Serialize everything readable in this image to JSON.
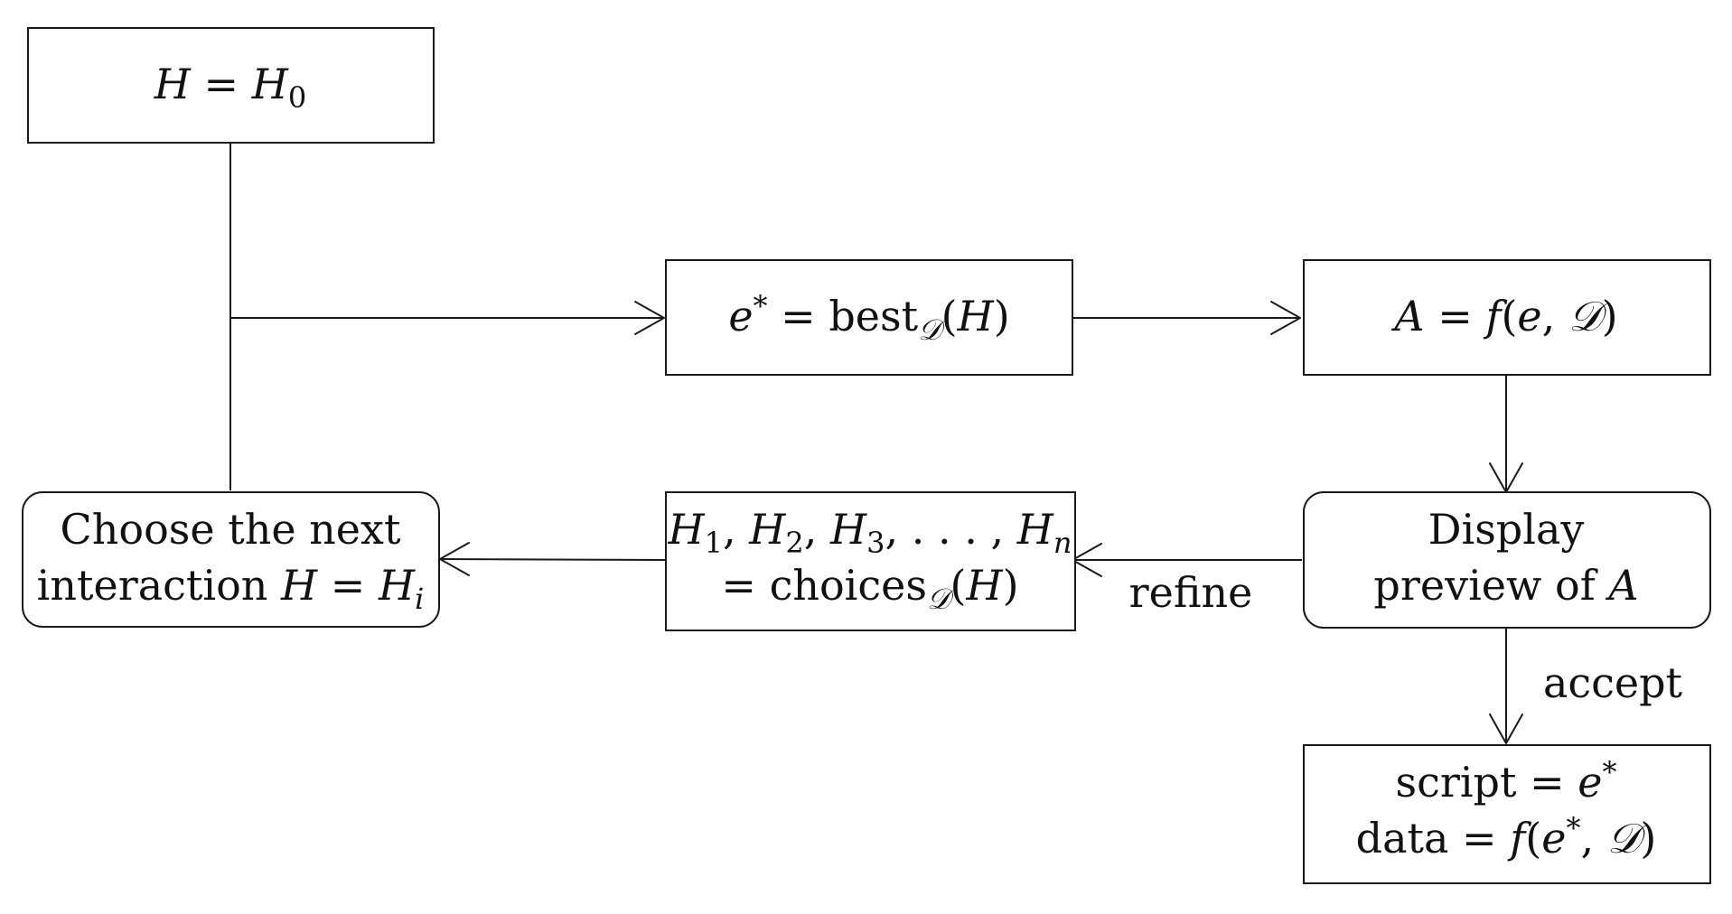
{
  "nodes": {
    "start": {
      "parts": [
        "H",
        " = ",
        "H",
        "0"
      ]
    },
    "best": {
      "parts": [
        "e",
        "*",
        " = best",
        "𝒟",
        "(",
        "H",
        ")"
      ]
    },
    "apply": {
      "parts": [
        "A",
        " = ",
        "f",
        "(",
        "e",
        ", ",
        "𝒟",
        ")"
      ]
    },
    "choose": {
      "line1": "Choose the next",
      "line2_text": "interaction ",
      "line2_parts": [
        "H",
        " = ",
        "H",
        "i"
      ]
    },
    "choices": {
      "line1_parts": [
        "H",
        "1",
        ", ",
        "H",
        "2",
        ", ",
        "H",
        "3",
        ", . . . , ",
        "H",
        "n"
      ],
      "line2_parts": [
        "= choices",
        "𝒟",
        "(",
        "H",
        ")"
      ]
    },
    "display": {
      "line1": "Display",
      "line2_text": "preview of ",
      "line2_var": "A"
    },
    "result": {
      "line1_parts": [
        "script = ",
        "e",
        "*"
      ],
      "line2_parts": [
        "data = ",
        "f",
        "(",
        "e",
        "*",
        ", ",
        "𝒟",
        ")"
      ]
    }
  },
  "edge_labels": {
    "refine": "refine",
    "accept": "accept"
  }
}
